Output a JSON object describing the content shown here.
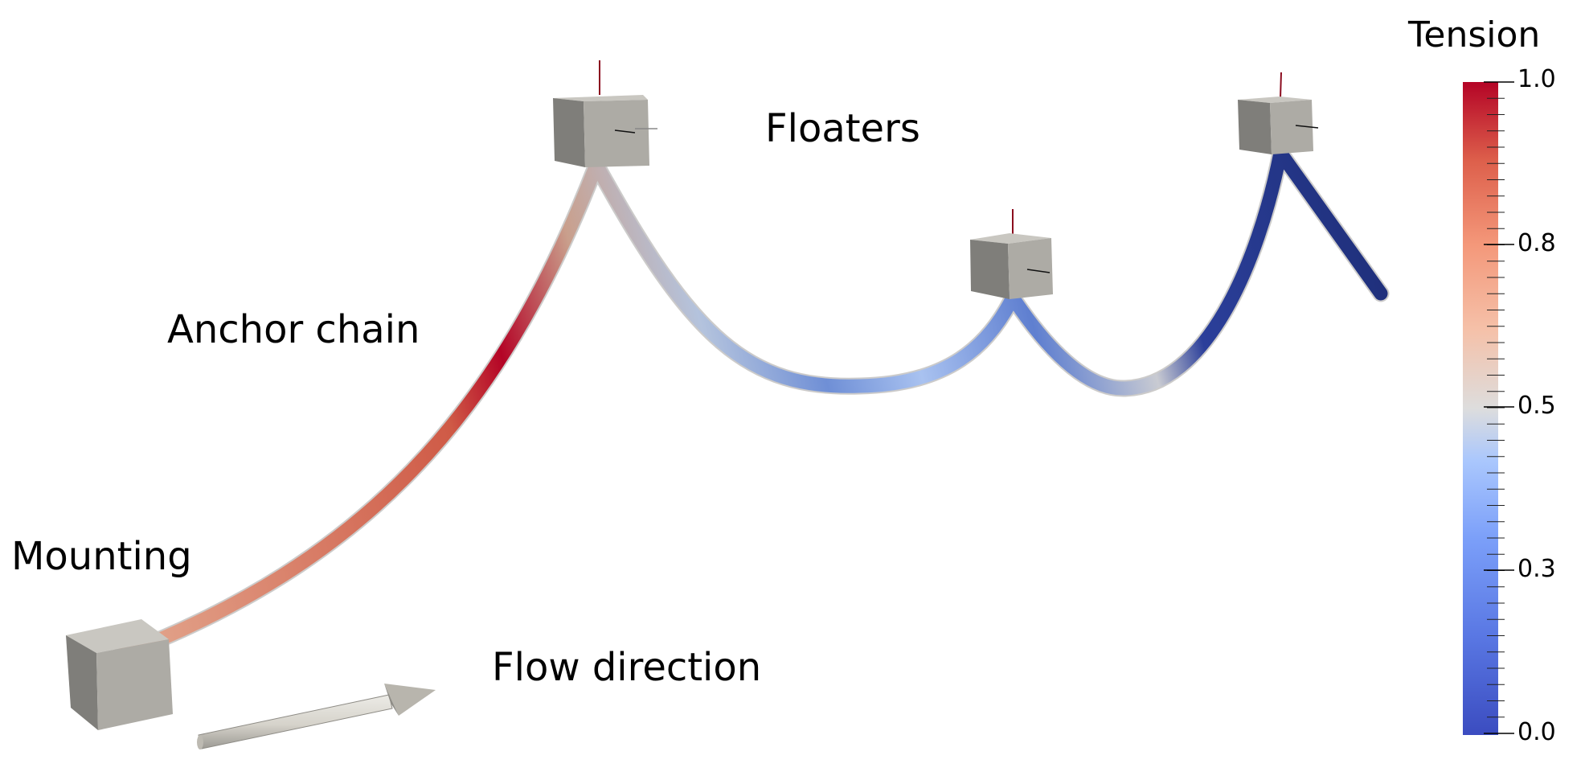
{
  "labels": {
    "floaters": "Floaters",
    "anchor_chain": "Anchor chain",
    "mounting": "Mounting",
    "flow_direction": "Flow direction"
  },
  "colorbar": {
    "title": "Tension",
    "ticks": [
      "1.0",
      "0.8",
      "0.5",
      "0.3",
      "0.0"
    ],
    "range": [
      0.0,
      1.0
    ],
    "colormap": "cool-to-warm",
    "color_low": "#3b4cc0",
    "color_mid": "#dddddd",
    "color_high": "#b40426"
  },
  "colors": {
    "box_front": "#adaba5",
    "box_side": "#7f7e7a",
    "box_top": "#c9c7c1",
    "arrow": "#dad7cf"
  }
}
